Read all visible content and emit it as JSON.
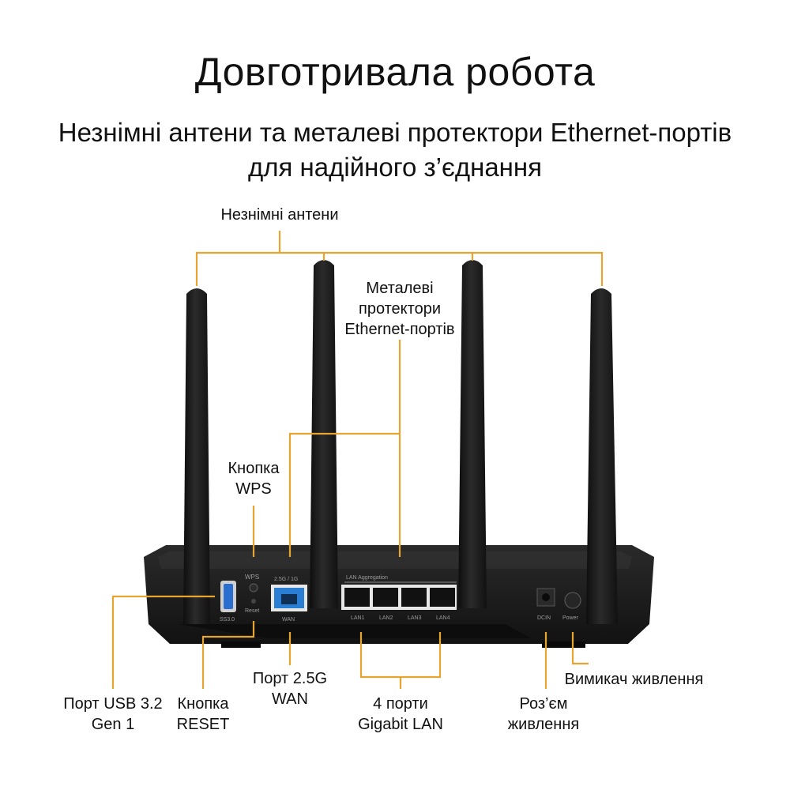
{
  "header": {
    "title": "Довготривала робота",
    "subtitle_line1": "Незнімні антени та металеві протектори Ethernet-портів",
    "subtitle_line2": "для надійного з’єднання"
  },
  "callouts": {
    "antennas": "Незнімні антени",
    "metal_protectors": [
      "Металеві",
      "протектори",
      "Ethernet-портів"
    ],
    "wps_button": [
      "Кнопка",
      "WPS"
    ],
    "usb_port": [
      "Порт USB 3.2",
      "Gen 1"
    ],
    "reset_button": [
      "Кнопка",
      "RESET"
    ],
    "wan_port": [
      "Порт 2.5G",
      "WAN"
    ],
    "lan_ports": [
      "4 порти",
      "Gigabit LAN"
    ],
    "power_connector": [
      "Роз’єм",
      "живлення"
    ],
    "power_switch": "Вимикач живлення"
  },
  "device_markings": {
    "wps": "WPS",
    "reset": "Reset",
    "usb": "SS3.0",
    "wan_speed": "2.5G / 1G",
    "wan": "WAN",
    "lan_aggregation": "LAN Aggregation",
    "lan_ports": [
      "LAN1",
      "LAN2",
      "LAN3",
      "LAN4"
    ],
    "dcin": "DCIN",
    "power": "Power"
  },
  "colors": {
    "callout_line": "#e8a431",
    "router_body": "#1d1d1d",
    "wan_port": "#2a7fd4",
    "text": "#111111"
  }
}
